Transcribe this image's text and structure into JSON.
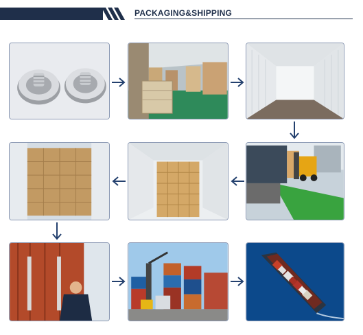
{
  "header": {
    "title": "PACKAGING&SHIPPING"
  },
  "steps": [
    {
      "name": "product-caps",
      "icon": "metal-cap-image"
    },
    {
      "name": "warehouse",
      "icon": "warehouse-image"
    },
    {
      "name": "empty-container",
      "icon": "container-interior-image"
    },
    {
      "name": "forklift-loading",
      "icon": "forklift-image"
    },
    {
      "name": "partially-loaded-container",
      "icon": "cartons-image"
    },
    {
      "name": "fully-loaded-container",
      "icon": "cartons-image"
    },
    {
      "name": "sealing-container",
      "icon": "worker-container-image"
    },
    {
      "name": "container-yard",
      "icon": "crane-image"
    },
    {
      "name": "cargo-ship",
      "icon": "ship-image"
    }
  ],
  "colors": {
    "navy": "#1f2f4a",
    "arrow": "#23406e",
    "tile_border": "#8a98b3"
  }
}
